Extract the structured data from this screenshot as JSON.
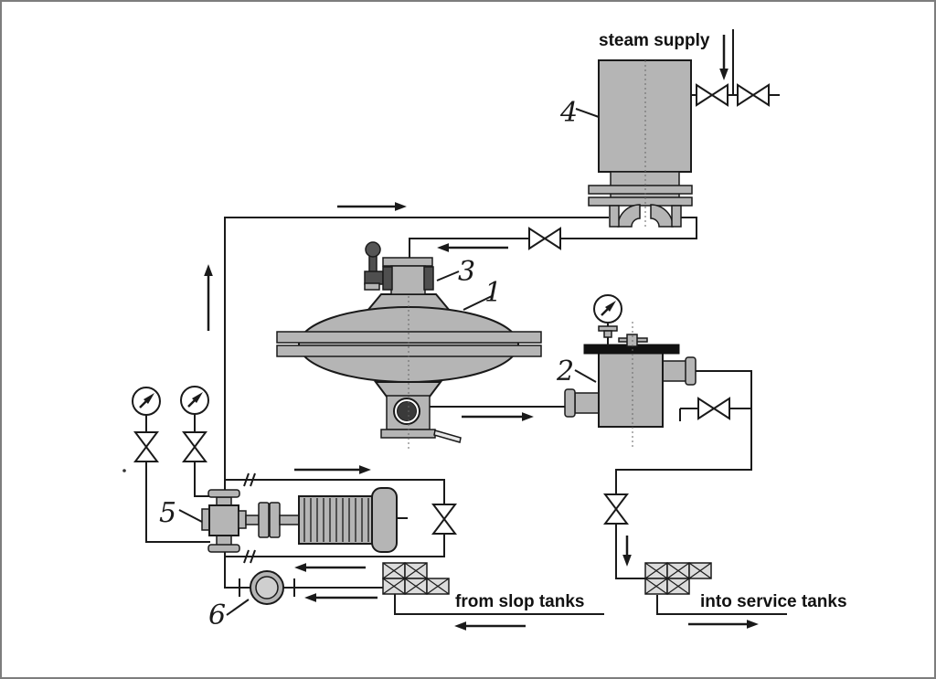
{
  "diagram": {
    "labels": {
      "steam_supply": "steam supply",
      "from_slop_tanks": "from slop tanks",
      "into_service_tanks": "into service tanks"
    },
    "callouts": {
      "c1": "1",
      "c2": "2",
      "c3": "3",
      "c4": "4",
      "c5": "5",
      "c6": "6"
    },
    "colors": {
      "equipment_fill": "#b5b5b5",
      "dark_fittings": "#4f4f4f",
      "tank2_lid": "#111111",
      "line": "#1a1a1a",
      "manifold_cell_fill": "#dcdcdc",
      "background": "#ffffff",
      "frame_border": "#7d7d7d"
    }
  }
}
